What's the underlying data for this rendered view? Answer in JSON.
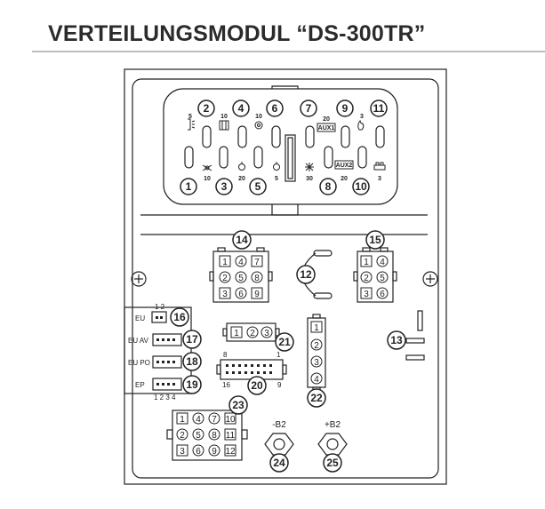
{
  "title": "VERTEILUNGSMODUL “DS-300TR”",
  "fuse_box": {
    "top_numbers": [
      "2",
      "4",
      "6",
      "7",
      "9",
      "11"
    ],
    "bottom_numbers": [
      "1",
      "3",
      "5",
      "8",
      "10"
    ],
    "top_ratings": [
      "5",
      "10",
      "10",
      "20",
      "3"
    ],
    "bottom_ratings": [
      "10",
      "20",
      "5",
      "30",
      "20",
      "3"
    ],
    "aux1": "AUX1",
    "aux2": "AUX2"
  },
  "callouts": {
    "c12": "12",
    "c13": "13",
    "c14": "14",
    "c15": "15",
    "c16": "16",
    "c17": "17",
    "c18": "18",
    "c19": "19",
    "c20": "20",
    "c21": "21",
    "c22": "22",
    "c23": "23",
    "c24": "24",
    "c25": "25"
  },
  "connector_14_pins": [
    "1",
    "4",
    "7",
    "2",
    "5",
    "8",
    "3",
    "6",
    "9"
  ],
  "connector_15_pins": [
    "1",
    "4",
    "2",
    "5",
    "3",
    "6"
  ],
  "connector_21_pins": [
    "1",
    "2",
    "3"
  ],
  "connector_22_pins": [
    "1",
    "2",
    "3",
    "4"
  ],
  "connector_23_pins": [
    "1",
    "4",
    "7",
    "10",
    "2",
    "5",
    "8",
    "11",
    "3",
    "6",
    "9",
    "12"
  ],
  "connector_20": {
    "left_top": "8",
    "right_top": "1",
    "left_bottom": "16",
    "right_bottom": "9"
  },
  "labels": {
    "eu": "EU",
    "eu_av": "EU AV",
    "eu_po": "EU PO",
    "ep": "EP",
    "pin_12": "1 2",
    "pin_1234": "1 2 3 4",
    "minus_b2": "-B2",
    "plus_b2": "+B2"
  },
  "colors": {
    "line": "#222222",
    "rule": "#bdbdbd",
    "title": "#2b2b2b"
  }
}
